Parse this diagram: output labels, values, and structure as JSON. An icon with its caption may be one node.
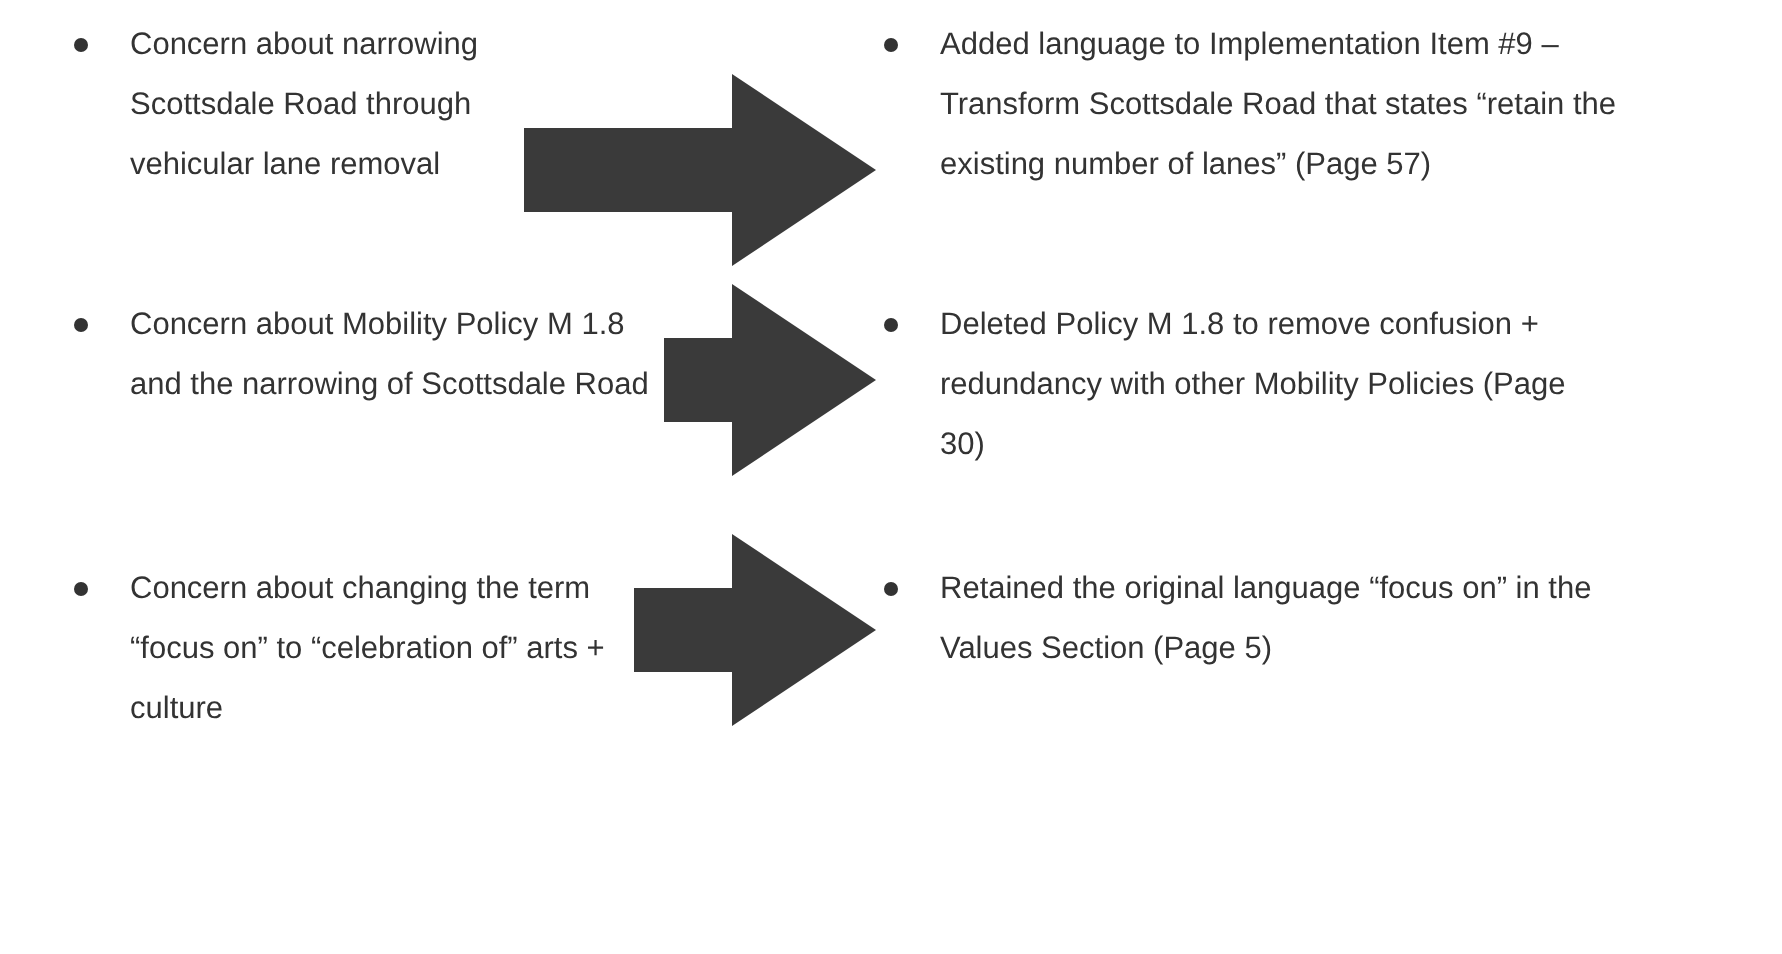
{
  "diagram": {
    "nodes": [
      {
        "text": [
          "Concern about narrowing Scottsdale Road through vehicular lane removal"
        ]
      },
      {
        "text": [
          "Added language to Implementation Item #9 – Transform Scottsdale Road that states “retain the existing number of lanes” (Page 57)"
        ]
      },
      {
        "text": [
          "Concern about Mobility Policy M 1.8 and the narrowing of Scottsdale Road"
        ]
      },
      {
        "text": [
          "Deleted Policy M 1.8 to remove confusion + redundancy with other Mobility Policies (Page 30)"
        ]
      },
      {
        "text": [
          "Concern about changing the term “focus on” to “celebration of” arts + culture"
        ]
      },
      {
        "text": [
          "Retained the original language “focus on” in the Values Section (Page 5)"
        ]
      }
    ],
    "edges": [
      {
        "from": 0,
        "to": 1,
        "arrow": "to",
        "style": "thick"
      },
      {
        "from": 2,
        "to": 3,
        "arrow": "to",
        "style": "thick"
      },
      {
        "from": 4,
        "to": 5,
        "arrow": "to",
        "style": "thick"
      }
    ]
  }
}
